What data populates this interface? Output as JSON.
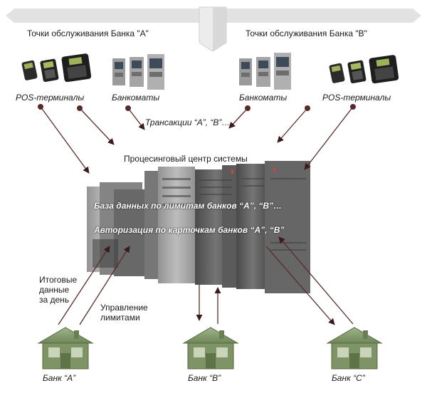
{
  "header": {
    "left_title": "Точки обслуживания Банка \"А\"",
    "right_title": "Точки обслуживания Банка \"В\""
  },
  "devices": {
    "pos_left": "POS-терминалы",
    "atm_left": "Банкоматы",
    "atm_right": "Банкоматы",
    "pos_right": "POS-терминалы"
  },
  "transactions_label": "Трансакции “А”, “В”…",
  "processing_center": {
    "title": "Процесинговый центр системы",
    "db_limits": "База данных по лимитам банков “А”, “В”…",
    "authorization": "Авторизация по карточкам банков “А”, “В”"
  },
  "flows": {
    "daily_totals": [
      "Итоговые",
      "данные",
      "за день"
    ],
    "limit_management": [
      "Управление",
      "лимитами"
    ]
  },
  "banks": [
    "Банк “А”",
    "Банк “В”",
    "Банк “С”"
  ],
  "colors": {
    "arrow": "#5a2a2a",
    "banner": "#e2e2e2",
    "server_dark": "#4a4a4a",
    "money_green": "#7e9466"
  }
}
